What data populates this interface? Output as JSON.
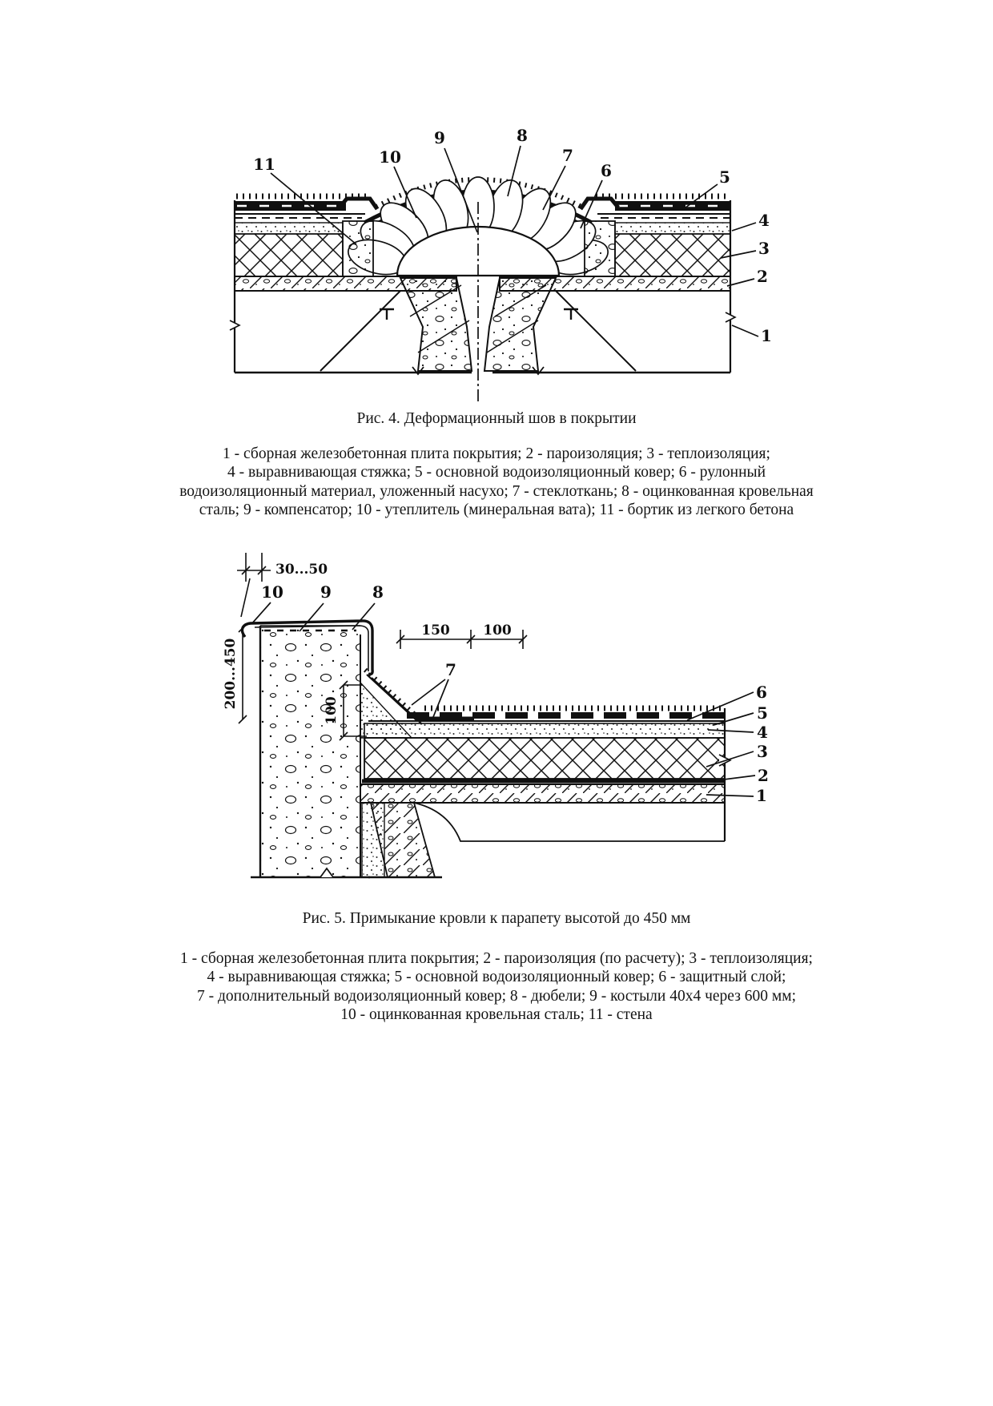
{
  "figure4": {
    "title": "Рис. 4. Деформационный шов в покрытии",
    "legend_lines": [
      "1 - сборная железобетонная плита покрытия; 2 - пароизоляция; 3 - теплоизоляция;",
      "4 - выравнивающая стяжка; 5 - основной водоизоляционный ковер; 6 - рулонный",
      "водоизоляционный материал, уложенный насухо; 7 - стеклоткань; 8 - оцинкованная кровельная",
      "сталь; 9 - компенсатор; 10 - утеплитель (минеральная вата); 11 - бортик из легкого бетона"
    ],
    "callouts": {
      "c11": "11",
      "c10": "10",
      "c9": "9",
      "c8": "8",
      "c7": "7",
      "c6": "6",
      "c5": "5",
      "c4": "4",
      "c3": "3",
      "c2": "2",
      "c1": "1"
    }
  },
  "figure5": {
    "title": "Рис. 5. Примыкание кровли к парапету высотой до 450 мм",
    "legend_lines": [
      "1 - сборная железобетонная плита покрытия; 2 - пароизоляция (по расчету); 3 - теплоизоляция;",
      "4 - выравнивающая стяжка; 5 - основной водоизоляционный ковер; 6 - защитный слой;",
      "7 - дополнительный водоизоляционный ковер; 8 - дюбели; 9 - костыли 40х4 через 600 мм;",
      "10 - оцинкованная кровельная сталь; 11 - стена"
    ],
    "dimensions": {
      "top_gap": "30...50",
      "overhang": "150",
      "lap": "100",
      "parapet_height": "200...450",
      "upturn_height": "100"
    },
    "callouts": {
      "c10": "10",
      "c9": "9",
      "c8": "8",
      "c7": "7",
      "c6": "6",
      "c5": "5",
      "c4": "4",
      "c3": "3",
      "c2": "2",
      "c1": "1"
    }
  }
}
